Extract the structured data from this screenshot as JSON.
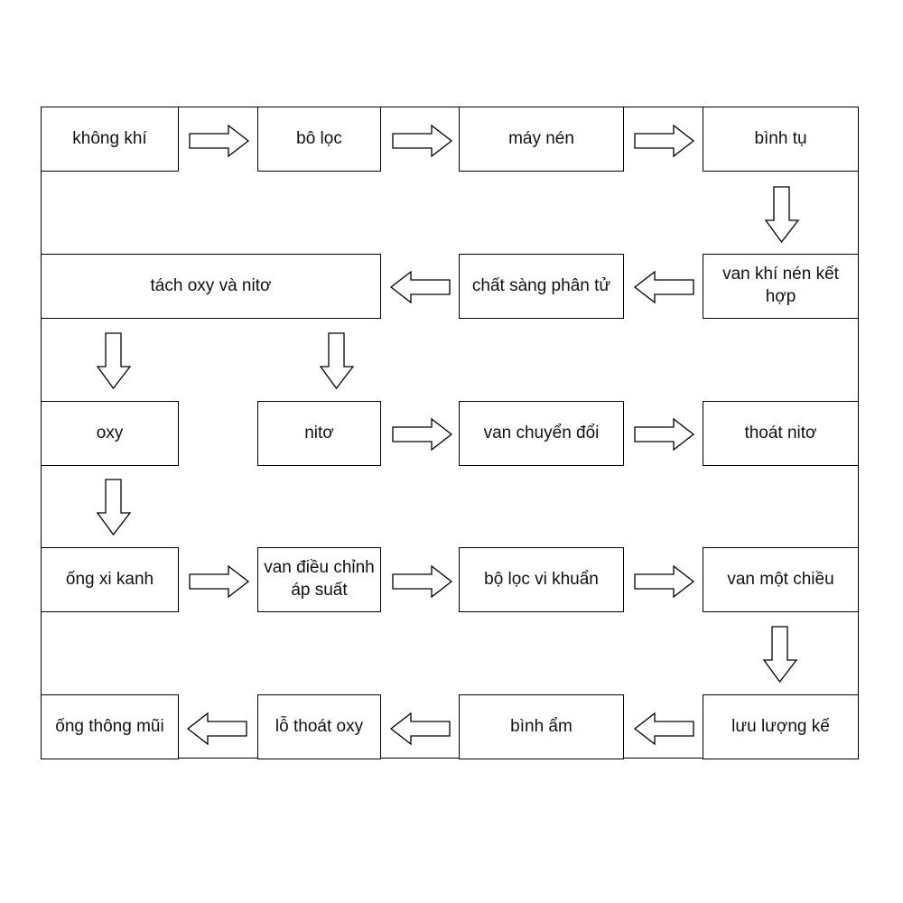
{
  "nodes": {
    "khong_khi": "không khí",
    "bo_loc": "bô lọc",
    "may_nen": "máy nén",
    "binh_tu": "bình tụ",
    "tach": "tách oxy và nitơ",
    "chat_sang": "chất sàng phân tử",
    "van_khi_nen": "van khí nén kết hợp",
    "oxy": "oxy",
    "nito": "nitơ",
    "van_chuyen_doi": "van chuyển đổi",
    "thoat_nito": "thoát nitơ",
    "ong_xi_kanh": "ống xi kanh",
    "van_dieu_chinh": "van điều chỉnh áp suất",
    "bo_loc_vi_khuan": "bộ lọc vi khuẩn",
    "van_mot_chieu": "van một chiều",
    "ong_thong_mui": "ống thông mũi",
    "lo_thoat_oxy": "lỗ thoát oxy",
    "binh_am": "bình ẩm",
    "luu_luong_ke": "lưu lượng kế"
  },
  "edges": [
    [
      "khong_khi",
      "bo_loc"
    ],
    [
      "bo_loc",
      "may_nen"
    ],
    [
      "may_nen",
      "binh_tu"
    ],
    [
      "binh_tu",
      "van_khi_nen"
    ],
    [
      "van_khi_nen",
      "chat_sang"
    ],
    [
      "chat_sang",
      "tach"
    ],
    [
      "tach",
      "oxy"
    ],
    [
      "tach",
      "nito"
    ],
    [
      "nito",
      "van_chuyen_doi"
    ],
    [
      "van_chuyen_doi",
      "thoat_nito"
    ],
    [
      "oxy",
      "ong_xi_kanh"
    ],
    [
      "ong_xi_kanh",
      "van_dieu_chinh"
    ],
    [
      "van_dieu_chinh",
      "bo_loc_vi_khuan"
    ],
    [
      "bo_loc_vi_khuan",
      "van_mot_chieu"
    ],
    [
      "van_mot_chieu",
      "luu_luong_ke"
    ],
    [
      "luu_luong_ke",
      "binh_am"
    ],
    [
      "binh_am",
      "lo_thoat_oxy"
    ],
    [
      "lo_thoat_oxy",
      "ong_thong_mui"
    ]
  ]
}
